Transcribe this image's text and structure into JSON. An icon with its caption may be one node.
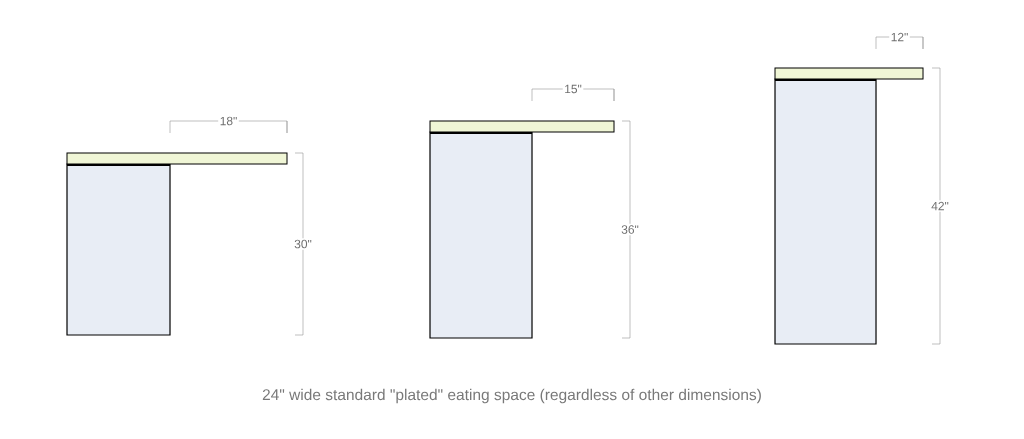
{
  "diagram": {
    "caption": "24\" wide standard \"plated\" eating space (regardless of other dimensions)",
    "labels": [
      "18\"",
      "30\"",
      "15\"",
      "36\"",
      "12\"",
      "42\""
    ]
  }
}
